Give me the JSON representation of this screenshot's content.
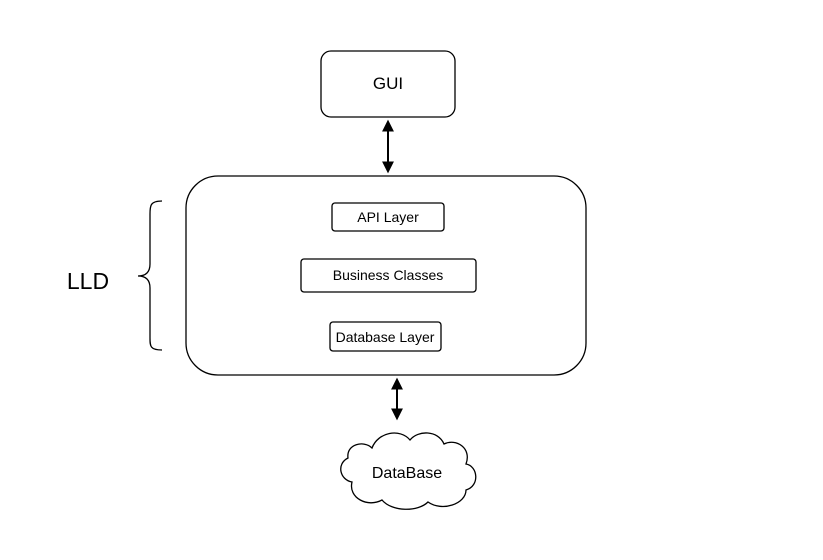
{
  "diagram": {
    "gui": {
      "label": "GUI"
    },
    "lld": {
      "label": "LLD"
    },
    "layers": {
      "api": "API Layer",
      "business": "Business Classes",
      "database_layer": "Database Layer"
    },
    "database": {
      "label": "DataBase"
    }
  }
}
